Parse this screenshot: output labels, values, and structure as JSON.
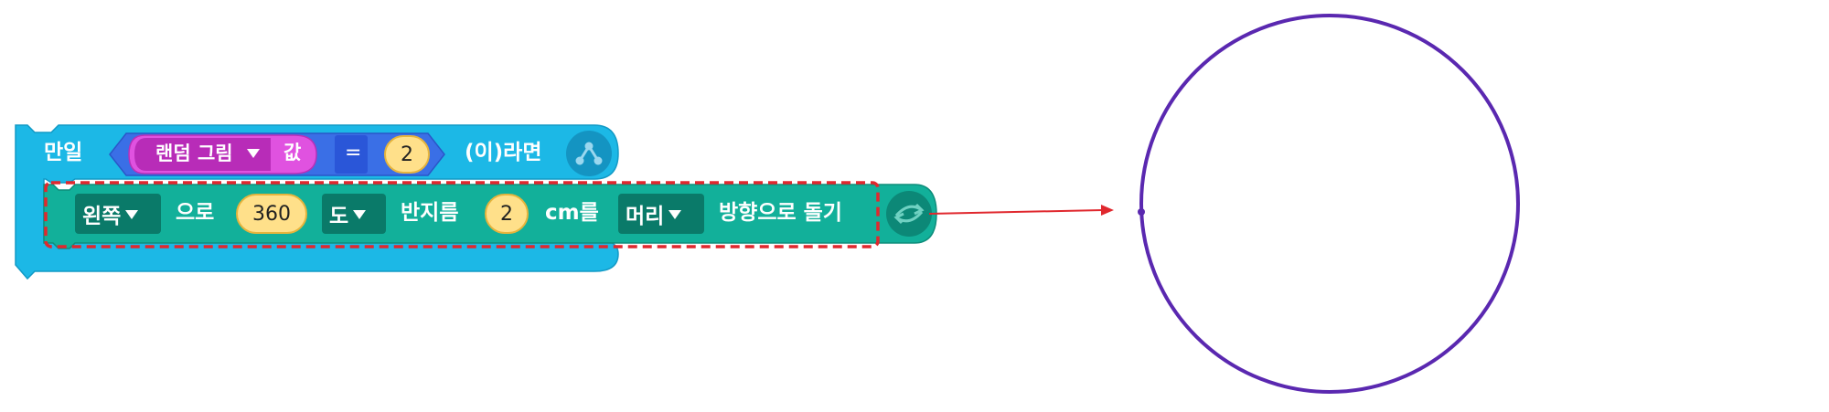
{
  "if_block": {
    "if_label": "만일",
    "then_label": "(이)라면",
    "condition": {
      "variable_dropdown": "랜덤 그림",
      "value_label": "값",
      "operator": "=",
      "compare_value": "2"
    }
  },
  "turn_block": {
    "direction_dropdown": "왼쪽",
    "with_label": "으로",
    "angle_value": "360",
    "unit_dropdown": "도",
    "radius_label": "반지름",
    "radius_value": "2",
    "cm_label": "cm를",
    "head_dropdown": "머리",
    "tail_label": "방향으로 돌기"
  },
  "colors": {
    "control_block": "#1cb8e6",
    "turn_block": "#12b09a",
    "turn_dropdown": "#0a7a69",
    "variable_block": "#cc44cc",
    "condition_block": "#3a6fe6",
    "number_pill": "#ffe08a",
    "highlight_border": "#e0282e",
    "arrow": "#e0282e",
    "circle_stroke": "#5a28b0"
  },
  "icons": {
    "if_block_icon": "branch-icon",
    "turn_block_icon": "turn-icon"
  }
}
